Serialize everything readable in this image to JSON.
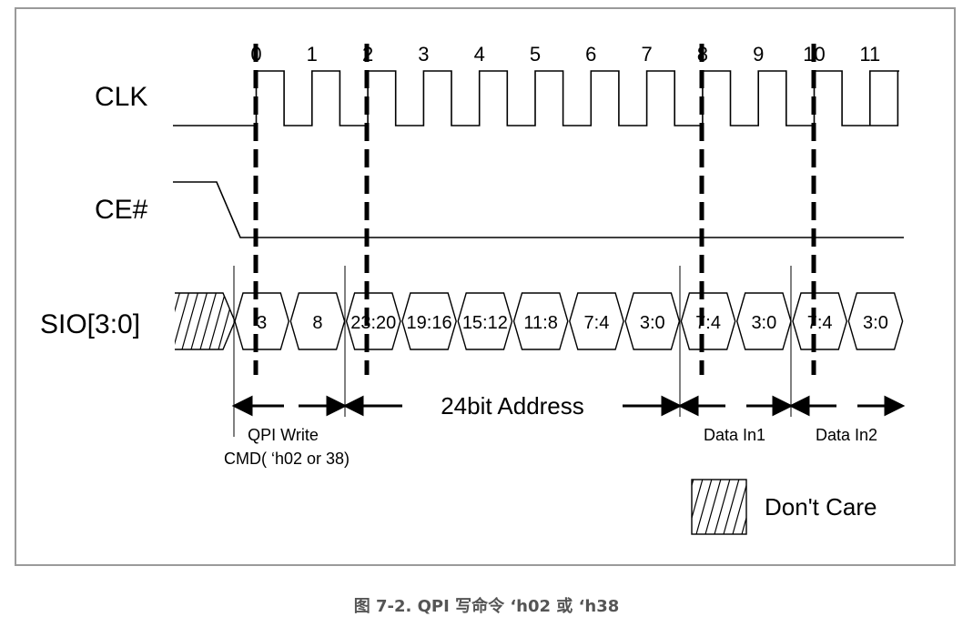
{
  "caption": "图 7-2. QPI 写命令 ‘h02 或 ‘h38",
  "signals": {
    "clk": "CLK",
    "ce": "CE#",
    "sio": "SIO[3:0]"
  },
  "clock_numbers": [
    "0",
    "1",
    "2",
    "3",
    "4",
    "5",
    "6",
    "7",
    "8",
    "9",
    "10",
    "11"
  ],
  "sio_values": [
    "3",
    "8",
    "23:20",
    "19:16",
    "15:12",
    "11:8",
    "7:4",
    "3:0",
    "7:4",
    "3:0",
    "7:4",
    "3:0"
  ],
  "spans": {
    "cmd_line1": "QPI Write",
    "cmd_line2": "CMD(  ‘h02 or 38)",
    "address": "24bit Address",
    "data_in1": "Data In1",
    "data_in2": "Data In2"
  },
  "legend": {
    "dont_care": "Don't Care"
  }
}
